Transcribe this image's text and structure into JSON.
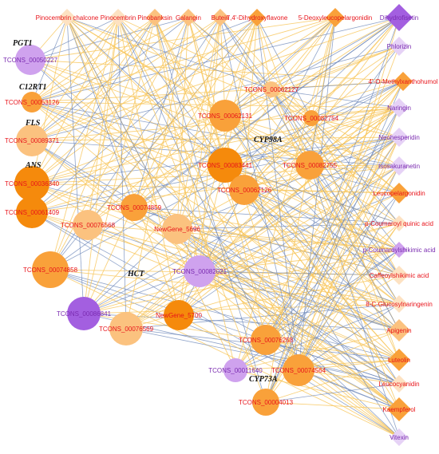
{
  "palette": {
    "deep_orange": "#f58a0c",
    "orange": "#f9a13a",
    "light_orange": "#fbc27f",
    "pale_orange": "#fde2c2",
    "purple": "#a35fe0",
    "light_purple": "#cfa2ee",
    "pale_purple": "#e6d2f6",
    "edge_positive": "#f7c65a",
    "edge_negative": "#6b86b8",
    "label_red": "#e8141b",
    "label_purple": "#7a2bb0",
    "gene_tag": "#111111"
  },
  "gene_tags": {
    "pgt1": "PGT1",
    "c12rt1": "C12RT1",
    "fls": "FLS",
    "ans": "ANS",
    "hct": "HCT",
    "cyp98a": "CYP98A",
    "cyp73a": "CYP73A"
  },
  "transcripts": {
    "t50227": "TCONS_00050227",
    "t53126": "TCONS_00053126",
    "t89371": "TCONS_00089371",
    "t36340": "TCONS_00036340",
    "t61409": "TCONS_00061409",
    "t74858": "TCONS_00074858",
    "t86841": "TCONS_00086841",
    "t76568": "TCONS_00076568",
    "t76569": "TCONS_00076569",
    "t74859": "TCONS_00074859",
    "nb5696": "NewGene_5696",
    "t82021": "TCONS_00082021",
    "nb5700": "NewGene_5700",
    "t62131": "TCONS_00062131",
    "t62127": "TCONS_00062127",
    "t82754": "TCONS_00082754",
    "t83441": "TCONS_00083441",
    "t82755": "TCONS_00082755",
    "t62126": "TCONS_00062126",
    "t76258": "TCONS_00076258",
    "t11640": "TCONS_00011640",
    "t74564": "TCONS_00074564",
    "t04013": "TCONS_00004013"
  },
  "metabolites": {
    "m_pinocembrin_chalcone": "Pinocembrin chalcone",
    "m_pinocembrin": "Pinocembrin",
    "m_pinobanksin": "Pinobanksin",
    "m_galangin": "Galangin",
    "m_butein": "Butein",
    "m_dihydroxyflavone": "7,4'-Dihydroxyflavone",
    "m_deoxyleucopelargonidin": "5-Deoxyleucopelargonidin",
    "m_dihydrofisetin": "Dihydrofisetin",
    "m_phlorizin": "Phlorizin",
    "m_methylxanthohumol": "4'-O-Methylxanthohumol",
    "m_naringin": "Naringin",
    "m_neohesperidin": "Neohesperidin",
    "m_isosakuranetin": "Isosakuranetin",
    "m_leucopelargonidin": "Leucopelargonidin",
    "m_coumaroyl_quinic": "p-Coumaroyl quinic acid",
    "m_coumaroyl_shikimic": "p-Coumaroylshikimic acid",
    "m_caffeoylshikimic": "Caffeoylshikimic acid",
    "m_glucosylnaringenin": "8-C-Glucosylnaringenin",
    "m_apigenin": "Apigenin",
    "m_luteolin": "Luteolin",
    "m_leucocyanidin": "Leucocyanidin",
    "m_kaempferol": "Kaempferol",
    "m_vitexin": "Vitexin"
  }
}
